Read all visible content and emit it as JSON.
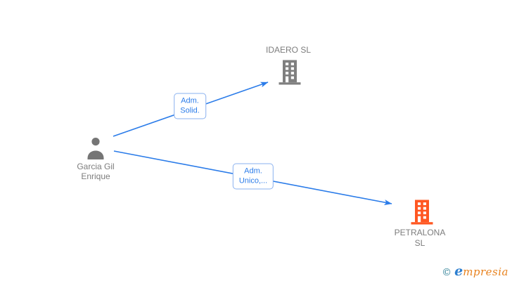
{
  "diagram": {
    "type": "company-relationship-graph",
    "nodes": {
      "person": {
        "name_line1": "Garcia Gil",
        "name_line2": "Enrique",
        "icon": "person-icon",
        "color": "#757575"
      },
      "idaero": {
        "label": "IDAERO SL",
        "icon": "building-icon",
        "color": "#7f7f7f"
      },
      "petralona": {
        "label_line1": "PETRALONA",
        "label_line2": "SL",
        "icon": "building-icon",
        "color": "#ff5722"
      }
    },
    "edges": [
      {
        "from": "Garcia Gil Enrique",
        "to": "IDAERO SL",
        "label_line1": "Adm.",
        "label_line2": "Solid."
      },
      {
        "from": "Garcia Gil Enrique",
        "to": "PETRALONA SL",
        "label_line1": "Adm.",
        "label_line2": "Unico,..."
      }
    ],
    "colors": {
      "edge_blue": "#2B7CE9",
      "edge_label_border": "#8ab1ef",
      "edge_label_text": "#2B7CE9",
      "node_label_gray": "#7d7d7d",
      "person_gray": "#757575",
      "building_gray": "#7f7f7f",
      "building_orange": "#ff5722",
      "background": "#ffffff"
    }
  },
  "watermark": {
    "copyright_symbol": "©",
    "brand_initial": "e",
    "brand_rest": "mpresia"
  }
}
